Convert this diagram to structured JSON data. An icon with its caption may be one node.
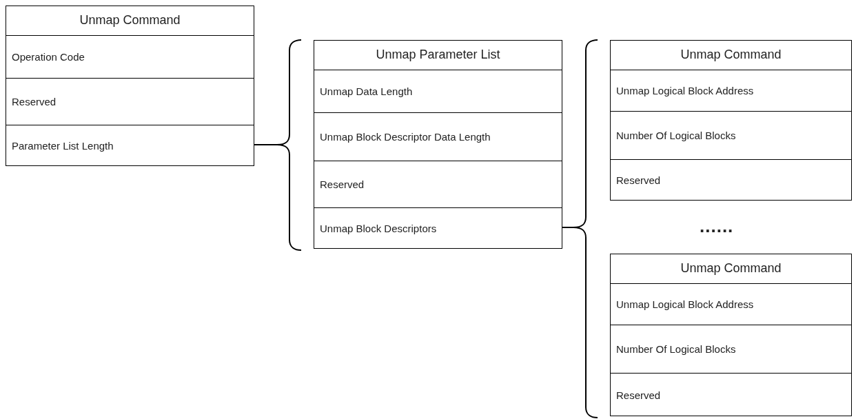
{
  "diagram": {
    "nodes": [
      {
        "text": [
          "Unmap Command"
        ]
      },
      {
        "text": [
          "Operation Code"
        ],
        "in": 0
      },
      {
        "text": [
          "Reserved"
        ],
        "in": 0
      },
      {
        "text": [
          "Parameter List Length"
        ],
        "in": 0
      },
      {
        "text": [
          "Unmap Parameter List"
        ]
      },
      {
        "text": [
          "Unmap Data Length"
        ],
        "in": 4
      },
      {
        "text": [
          "Unmap Block Descriptor Data Length"
        ],
        "in": 4
      },
      {
        "text": [
          "Reserved"
        ],
        "in": 4
      },
      {
        "text": [
          "Unmap Block Descriptors"
        ],
        "in": 4
      },
      {
        "text": [
          "Unmap Command"
        ]
      },
      {
        "text": [
          "Unmap Logical Block Address"
        ],
        "in": 9
      },
      {
        "text": [
          "Number Of Logical Blocks"
        ],
        "in": 9
      },
      {
        "text": [
          "Reserved"
        ],
        "in": 9
      },
      {
        "text": [
          "Unmap Command"
        ]
      },
      {
        "text": [
          "Unmap Logical Block Address"
        ],
        "in": 13
      },
      {
        "text": [
          "Number Of Logical Blocks"
        ],
        "in": 13
      },
      {
        "text": [
          "Reserved"
        ],
        "in": 13
      }
    ],
    "edges": [
      {
        "from": 3,
        "to": 4,
        "arrow": "none"
      },
      {
        "from": 8,
        "to": 9,
        "arrow": "none"
      },
      {
        "from": 8,
        "to": 13,
        "arrow": "none"
      }
    ],
    "labels": [
      "......"
    ]
  }
}
